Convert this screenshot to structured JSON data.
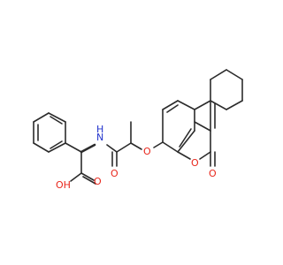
{
  "molecule": {
    "atom_labels": {
      "amide_nh": "N",
      "amide_h": "H",
      "amide_o": "O",
      "ether_o": "O",
      "ring_o": "O",
      "lactone_o": "O",
      "acid_o": "O",
      "acid_oh": "OH"
    }
  },
  "colors": {
    "bond": "#2b2b2b",
    "oxygen": "#e8261b",
    "nitrogen": "#2233cc",
    "background": "#ffffff"
  }
}
